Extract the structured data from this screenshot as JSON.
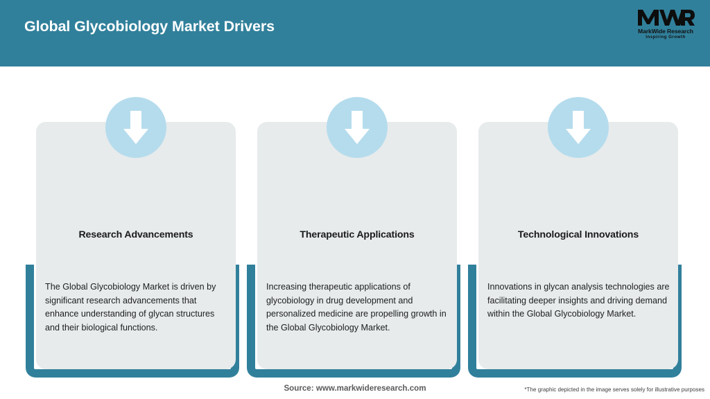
{
  "header": {
    "title": "Global Glycobiology Market Drivers",
    "bar_color": "#31809b",
    "title_color": "#ffffff",
    "logo": {
      "mark": "MWR",
      "name": "MarkWide Research",
      "tagline": "Inspiring Growth"
    }
  },
  "cards": [
    {
      "icon": "down-arrow-icon",
      "title": "Research Advancements",
      "body": "The Global Glycobiology Market is driven by significant research advancements that enhance understanding of glycan structures and their biological functions."
    },
    {
      "icon": "down-arrow-icon",
      "title": "Therapeutic Applications",
      "body": "Increasing therapeutic applications of glycobiology in drug development and personalized medicine are propelling growth in the Global Glycobiology Market."
    },
    {
      "icon": "down-arrow-icon",
      "title": "Technological Innovations",
      "body": "Innovations in glycan analysis technologies are facilitating deeper insights and driving demand within the Global Glycobiology Market."
    }
  ],
  "footer": {
    "source": "Source: www.markwideresearch.com",
    "disclaimer": "*The graphic depicted in the image serves solely for illustrative purposes"
  },
  "colors": {
    "teal": "#31809b",
    "card_gray": "#e7ebec",
    "icon_blue": "#b5dced",
    "arrow_white": "#ffffff"
  }
}
